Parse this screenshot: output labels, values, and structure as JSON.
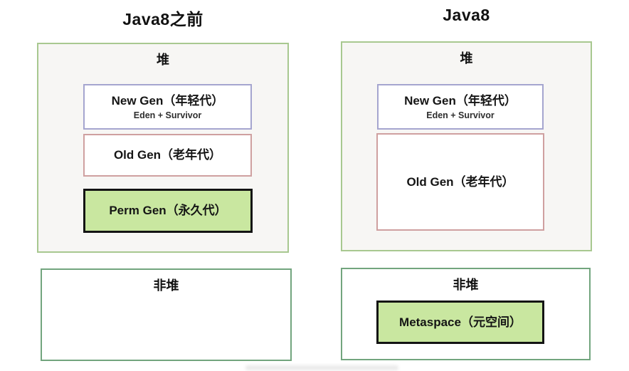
{
  "left": {
    "title": "Java8之前",
    "heap_label": "堆",
    "new_gen": {
      "title": "New Gen（年轻代）",
      "subtitle": "Eden + Survivor"
    },
    "old_gen": {
      "title": "Old Gen（老年代）"
    },
    "perm_gen": {
      "title": "Perm Gen（永久代）"
    },
    "nonheap_label": "非堆"
  },
  "right": {
    "title": "Java8",
    "heap_label": "堆",
    "new_gen": {
      "title": "New Gen（年轻代）",
      "subtitle": "Eden + Survivor"
    },
    "old_gen": {
      "title": "Old Gen（老年代）"
    },
    "nonheap_label": "非堆",
    "metaspace": {
      "title": "Metaspace（元空间）"
    }
  },
  "colors": {
    "heap_border": "#a8c890",
    "heap_fill": "#f7f6f4",
    "nonheap_border": "#72a57e",
    "newgen_border": "#a5a5cf",
    "oldgen_border": "#cfa0a0",
    "highlight_fill": "#c9e7a0",
    "highlight_border": "#141414"
  }
}
